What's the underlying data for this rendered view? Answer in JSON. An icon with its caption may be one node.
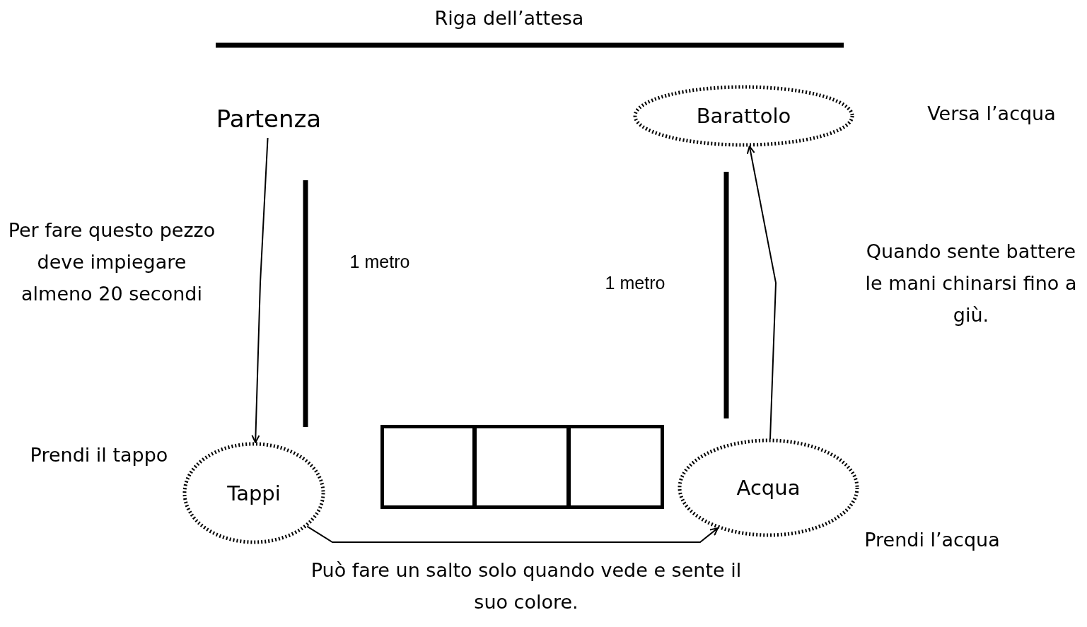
{
  "diagram": {
    "nodes": [
      {
        "text": [
          "Partenza"
        ]
      },
      {
        "text": [
          "Barattolo"
        ],
        "beside": [
          "Versa l’acqua"
        ]
      },
      {
        "text": [
          "Tappi"
        ],
        "beside": [
          "Prendi il tappo"
        ]
      },
      {
        "text": [],
        "shape": "box"
      },
      {
        "text": [],
        "shape": "box"
      },
      {
        "text": [],
        "shape": "box"
      },
      {
        "text": [
          "Acqua"
        ],
        "beside": [
          "Prendi l’acqua"
        ]
      }
    ],
    "edges": [
      {
        "from": 0,
        "to": 2,
        "arrow": "to"
      },
      {
        "from": 2,
        "to": 6,
        "arrow": "to"
      },
      {
        "from": 6,
        "to": 1,
        "arrow": "to"
      }
    ],
    "labels": [
      "Riga dell’attesa",
      "Per fare questo pezzo deve impiegare almeno 20 secondi",
      "1 metro",
      "Quando sente battere le mani chinarsi fino a giù.",
      "1 metro",
      "Può fare un salto solo quando vede e sente il suo colore."
    ]
  }
}
